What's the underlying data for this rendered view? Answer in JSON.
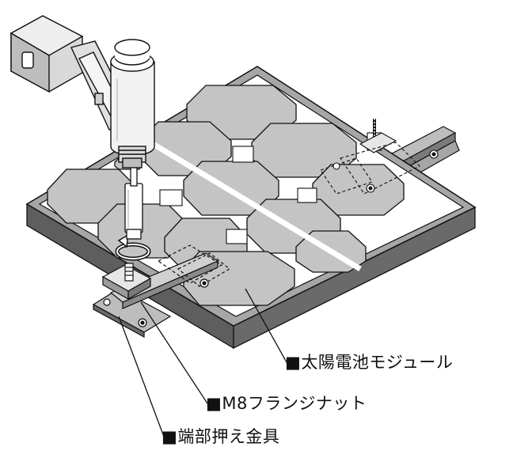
{
  "callouts": {
    "module": "■太陽電池モジュール",
    "flange_nut": "■M8フランジナット",
    "end_clamp": "■端部押え金具"
  },
  "colors": {
    "cell_fill": "#c4c4c4",
    "frame_top": "#a6a6a6",
    "frame_side": "#5e5e5e",
    "outline": "#111111",
    "drill_body": "#f2f2f2",
    "arrow": "#2a64b8"
  }
}
